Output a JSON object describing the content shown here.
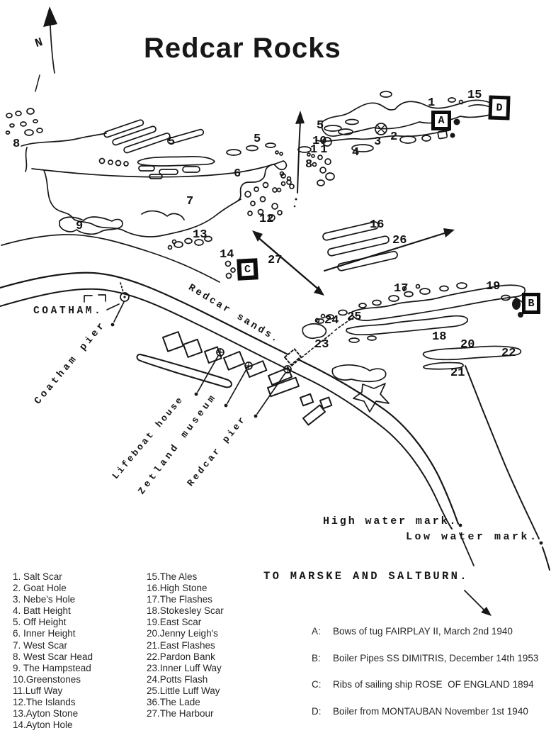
{
  "title": "Redcar Rocks",
  "compass_label": "N",
  "map_labels": [
    "8",
    "5",
    "5",
    "6",
    "7",
    "9",
    "12",
    "13",
    "14",
    "11",
    "5",
    "10",
    "8",
    "4",
    "3",
    "2",
    "1",
    "15",
    "16",
    "26",
    "27",
    "17",
    "19",
    "23",
    "24",
    "25",
    "18",
    "20",
    "22",
    "21"
  ],
  "wreck_markers": [
    {
      "letter": "A"
    },
    {
      "letter": "B"
    },
    {
      "letter": "C"
    },
    {
      "letter": "D"
    }
  ],
  "place_labels": {
    "coatham": "COATHAM.",
    "coatham_pier": "Coatham pier",
    "lifeboat_house": "Lifeboat house",
    "zetland_museum": "Zetland museum",
    "redcar_pier": "Redcar pier",
    "redcar_sands": "Redcar sands.",
    "high_water": "High water mark.",
    "low_water": "Low water mark.",
    "to_marske": "TO MARSKE AND SALTBURN."
  },
  "legend": {
    "column1": [
      "1. Salt Scar",
      "2. Goat Hole",
      "3. Nebe's Hole",
      "4. Batt Height",
      "5. Off Height",
      "6. Inner Height",
      "7. West Scar",
      "8. West Scar Head",
      "9. The Hampstead",
      "10.Greenstones",
      "11.Luff Way",
      "12.The Islands",
      "13.Ayton Stone",
      "14.Ayton Hole"
    ],
    "column2": [
      "15.The Ales",
      "16.High Stone",
      "17.The Flashes",
      "18.Stokesley Scar",
      "19.East Scar",
      "20.Jenny Leigh's",
      "21.East Flashes",
      "22.Pardon Bank",
      "23.Inner Luff Way",
      "24.Potts Flash",
      "25.Little Luff Way",
      "36.The Lade",
      "27.The Harbour"
    ]
  },
  "wreck_notes": [
    {
      "label": "A:",
      "text": "Bows of tug FAIRPLAY II, March 2nd 1940"
    },
    {
      "label": "B:",
      "text": "Boiler Pipes SS DIMITRIS, December 14th 1953"
    },
    {
      "label": "C:",
      "text": "Ribs of sailing ship ROSE  OF ENGLAND 1894"
    },
    {
      "label": "D:",
      "text": "Boiler from MONTAUBAN November 1st 1940"
    }
  ],
  "colors": {
    "ink": "#161616",
    "paper": "#ffffff"
  }
}
